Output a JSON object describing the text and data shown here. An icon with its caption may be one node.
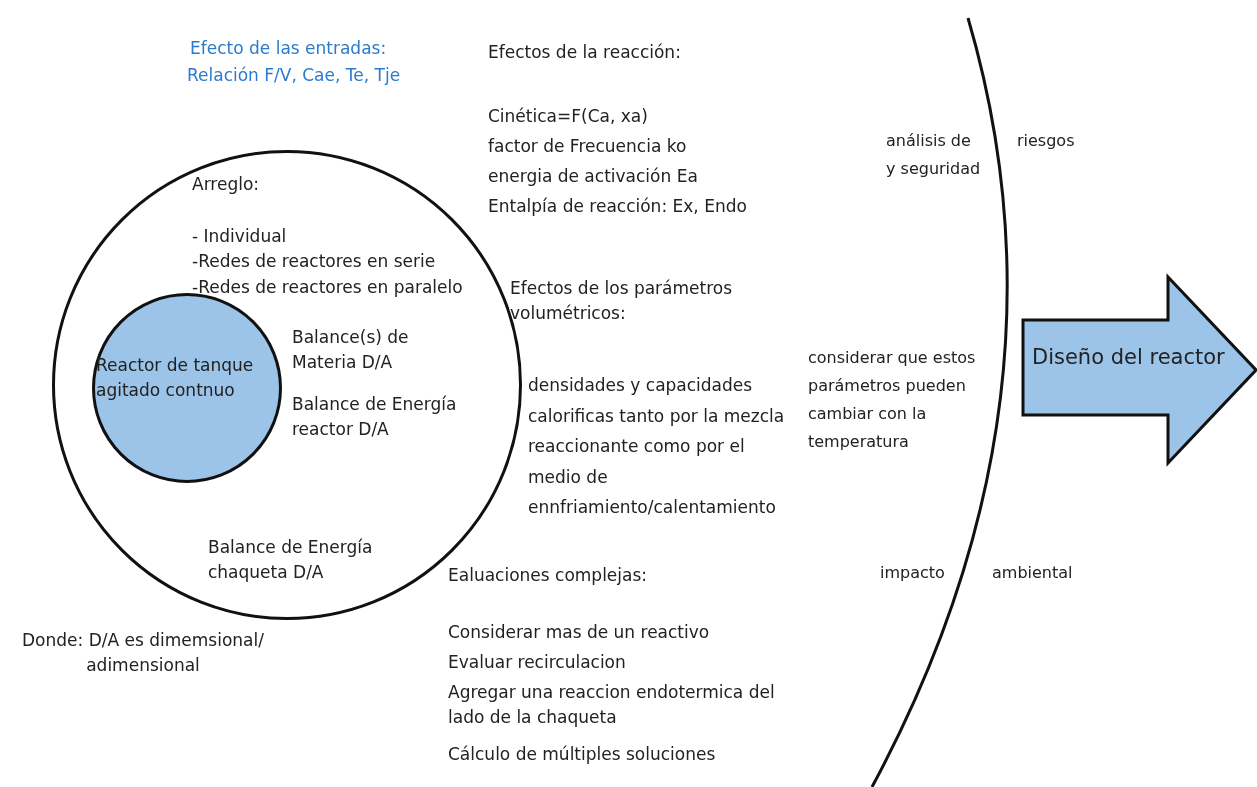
{
  "diagram": {
    "nodes": [
      {
        "text": [
          "Arreglo:",
          "- Individual",
          "-Redes de reactores en serie",
          "-Redes de reactores en paralelo",
          "Balance(s) de Materia  D/A",
          "Balance de Energía reactor D/A",
          "Balance de Energía chaqueta D/A"
        ]
      },
      {
        "text": [
          "Reactor de tanque agitado contnuo"
        ],
        "in": 0
      },
      {
        "text": [
          "Diseño del reactor"
        ]
      }
    ],
    "edges": [],
    "labels": [
      "Efecto de las entradas:",
      "Relación F/V, Cae, Te, Tje",
      "Efectos de la reacción:",
      "Cinética=F(Ca, xa)",
      "factor de Frecuencia  ko",
      "energia de activación Ea",
      "Entalpía de reacción: Ex, Endo",
      "análisis de",
      "riesgos",
      "y seguridad",
      "Efectos de los parámetros volumétricos:",
      "considerar que estos parámetros pueden cambiar con la temperatura",
      "densidades y capacidades calorificas tanto por la mezcla reaccionante como por el medio de ennfriamiento/calentamiento",
      "Ealuaciones complejas:",
      "impacto",
      "ambiental",
      "Considerar mas de un reactivo",
      "Evaluar recirculacion",
      "Agregar una reaccion endotermica del lado de la chaqueta",
      "Cálculo de múltiples soluciones",
      "Donde: D/A es dimemsional/ adimensional"
    ]
  }
}
